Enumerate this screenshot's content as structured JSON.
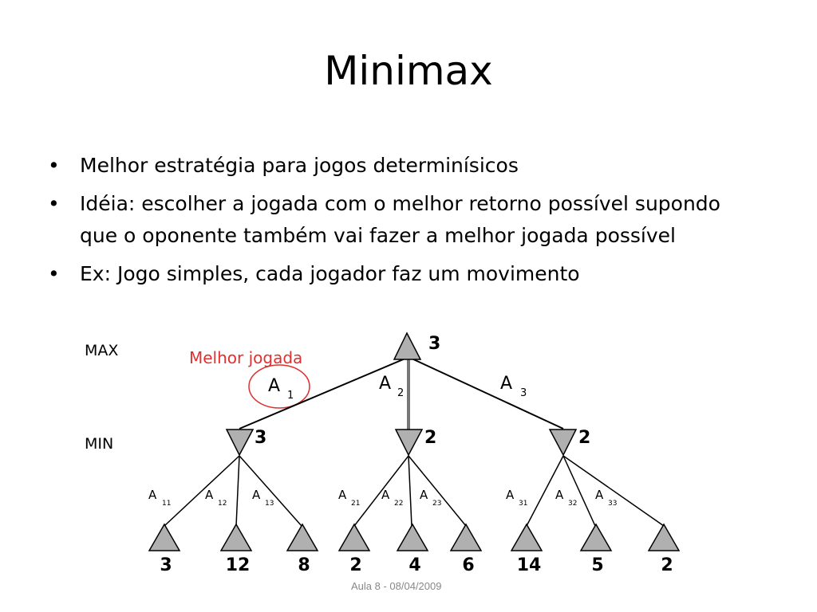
{
  "slide": {
    "title": "Minimax",
    "bullets": [
      "Melhor estratégia para jogos determinísicos",
      "Idéia: escolher a jogada com o melhor retorno possível supondo que o oponente também vai fazer a melhor jogada possível",
      "Ex: Jogo simples, cada jogador faz um movimento"
    ],
    "footer": "Aula 8 - 08/04/2009"
  },
  "diagram": {
    "levels": {
      "max": "MAX",
      "min": "MIN"
    },
    "annotation": "Melhor jogada",
    "annotation_color": "#e03030",
    "node_fill": "#b0b0b0",
    "root": {
      "value": "3"
    },
    "edges_top": [
      {
        "label": "A",
        "sub": "1"
      },
      {
        "label": "A",
        "sub": "2"
      },
      {
        "label": "A",
        "sub": "3"
      }
    ],
    "min_nodes": [
      {
        "value": "3"
      },
      {
        "value": "2"
      },
      {
        "value": "2"
      }
    ],
    "edges_bottom": [
      {
        "label": "A",
        "sub": "11"
      },
      {
        "label": "A",
        "sub": "12"
      },
      {
        "label": "A",
        "sub": "13"
      },
      {
        "label": "A",
        "sub": "21"
      },
      {
        "label": "A",
        "sub": "22"
      },
      {
        "label": "A",
        "sub": "23"
      },
      {
        "label": "A",
        "sub": "31"
      },
      {
        "label": "A",
        "sub": "32"
      },
      {
        "label": "A",
        "sub": "33"
      }
    ],
    "leaves": [
      "3",
      "12",
      "8",
      "2",
      "4",
      "6",
      "14",
      "5",
      "2"
    ]
  }
}
